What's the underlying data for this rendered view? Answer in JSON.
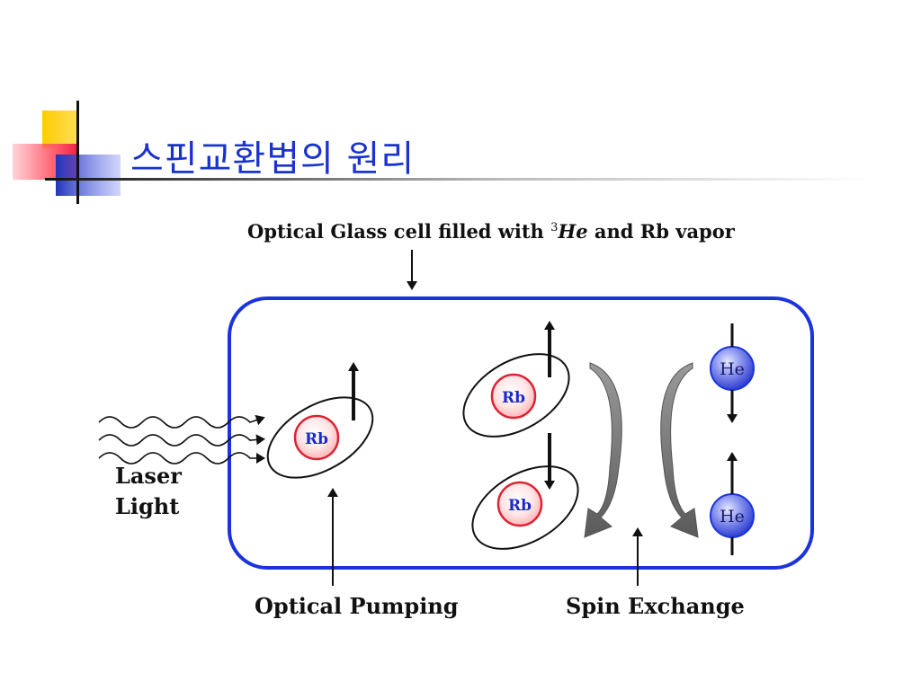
{
  "slide": {
    "title": "스핀교환법의 원리"
  },
  "diagram": {
    "cell_caption_prefix": "Optical Glass cell filled with ",
    "cell_caption_sup": "3",
    "cell_caption_italic": "He",
    "cell_caption_suffix": " and Rb vapor",
    "laser_label_line1": "Laser",
    "laser_label_line2": "Light",
    "optical_pumping_label": "Optical Pumping",
    "spin_exchange_label": "Spin Exchange",
    "rb_label": "Rb",
    "he_label": "He"
  },
  "colors": {
    "title": "#1a33cc",
    "cell_border": "#1a33dd",
    "rb_ring": "#dd2233",
    "rb_text": "#1a2acc",
    "he_fill": "#3344dd",
    "deco_yellow": "#ffcc00",
    "deco_red": "#ff5566",
    "deco_blue": "#3344cc"
  }
}
